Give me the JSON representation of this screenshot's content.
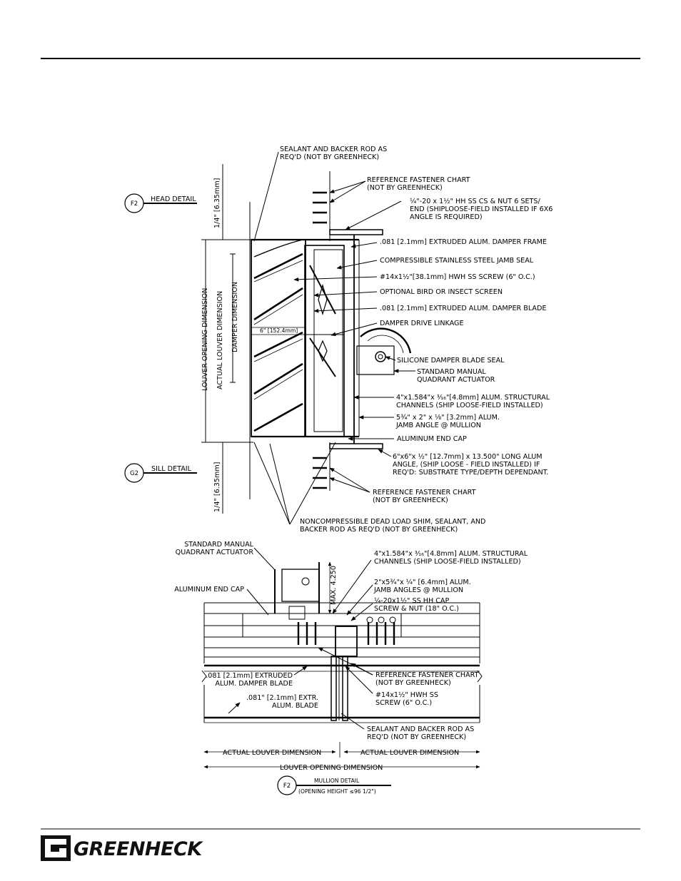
{
  "brand": {
    "name": "GREENHECK"
  },
  "section_detail": {
    "head_bubble": "F2",
    "head_title": "HEAD DETAIL",
    "sill_bubble": "G2",
    "sill_title": "SILL DETAIL",
    "dim_top": "1/4\" [6.35mm]",
    "dim_bottom": "1/4\" [6.35mm]",
    "dim_louver_opening": "LOUVER OPENING DIMENSION",
    "dim_actual_louver": "ACTUAL LOUVER DIMENSION",
    "dim_damper": "DAMPER DIMENSION",
    "dim_six_inch": "6\" [152.4mm]",
    "callouts": [
      [
        "SEALANT AND BACKER ROD AS",
        "REQ'D (NOT BY GREENHECK)"
      ],
      [
        "REFERENCE FASTENER CHART",
        "(NOT BY GREENHECK)"
      ],
      [
        "¼\"-20 x 1½\" HH SS CS & NUT 6 SETS/",
        "END (SHIPLOOSE-FIELD INSTALLED IF 6X6",
        "ANGLE IS REQUIRED)"
      ],
      [
        ".081 [2.1mm] EXTRUDED ALUM. DAMPER FRAME"
      ],
      [
        "COMPRESSIBLE STAINLESS STEEL JAMB SEAL"
      ],
      [
        "#14x1½\"[38.1mm] HWH SS SCREW (6\" O.C.)"
      ],
      [
        "OPTIONAL BIRD OR INSECT SCREEN"
      ],
      [
        ".081 [2.1mm] EXTRUDED ALUM. DAMPER BLADE"
      ],
      [
        "DAMPER DRIVE LINKAGE"
      ],
      [
        "SILICONE DAMPER BLADE SEAL"
      ],
      [
        "STANDARD MANUAL",
        "QUADRANT ACTUATOR"
      ],
      [
        "4\"x1.584\"x ³⁄₁₆\"[4.8mm] ALUM. STRUCTURAL",
        "CHANNELS (SHIP LOOSE-FIELD INSTALLED)"
      ],
      [
        "5¾\" x 2\" x ⅛\" [3.2mm] ALUM.",
        "JAMB ANGLE @ MULLION"
      ],
      [
        "ALUMINUM END CAP"
      ],
      [
        "6\"x6\"x ½\" [12.7mm] x 13.500\" LONG ALUM",
        "ANGLE, (SHIP LOOSE - FIELD INSTALLED) IF",
        "REQ'D: SUBSTRATE TYPE/DEPTH DEPENDANT."
      ],
      [
        "REFERENCE FASTENER CHART",
        "(NOT BY GREENHECK)"
      ],
      [
        "NONCOMPRESSIBLE DEAD LOAD SHIM, SEALANT, AND",
        "BACKER ROD AS REQ'D (NOT BY GREENHECK)"
      ]
    ]
  },
  "plan_detail": {
    "bubble": "F2",
    "title": "MULLION DETAIL",
    "subtitle": "(OPENING HEIGHT ≤96 1/2\")",
    "max_dim": "MAX. 4.250",
    "dim_actual_left": "ACTUAL LOUVER DIMENSION",
    "dim_actual_right": "ACTUAL LOUVER DIMENSION",
    "dim_opening": "LOUVER OPENING DIMENSION",
    "callouts": [
      [
        "STANDARD MANUAL",
        "QUADRANT ACTUATOR"
      ],
      [
        "ALUMINUM END CAP"
      ],
      [
        ".081 [2.1mm] EXTRUDED",
        "ALUM. DAMPER BLADE"
      ],
      [
        ".081\" [2.1mm] EXTR.",
        "ALUM. BLADE"
      ],
      [
        "4\"x1.584\"x ³⁄₁₆\"[4.8mm] ALUM. STRUCTURAL",
        "CHANNELS (SHIP LOOSE-FIELD INSTALLED)"
      ],
      [
        "2\"x5¾\"x ¼\" [6.4mm] ALUM.",
        "JAMB ANGLES @ MULLION"
      ],
      [
        "¼-20x1½\" SS HH CAP",
        "SCREW & NUT (18\" O.C.)"
      ],
      [
        "REFERENCE FASTENER CHART",
        "(NOT BY GREENHECK)"
      ],
      [
        "#14x1½\" HWH SS",
        "SCREW (6\" O.C.)"
      ],
      [
        "SEALANT AND BACKER ROD AS",
        "REQ'D (NOT BY GREENHECK)"
      ]
    ]
  }
}
